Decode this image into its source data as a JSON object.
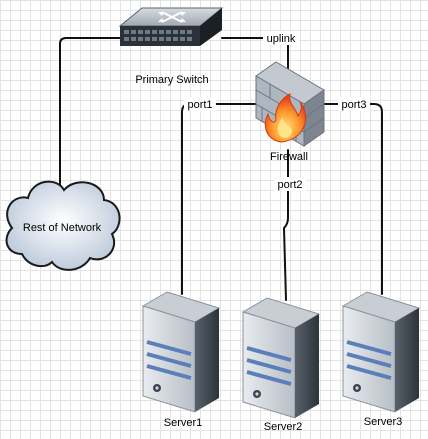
{
  "nodes": {
    "switch": {
      "label": "Primary Switch",
      "icon": "network-switch-icon"
    },
    "firewall": {
      "label": "Firewall",
      "icon": "firewall-icon"
    },
    "cloud": {
      "label": "Rest of Network",
      "icon": "cloud-icon"
    },
    "server1": {
      "label": "Server1",
      "icon": "server-icon"
    },
    "server2": {
      "label": "Server2",
      "icon": "server-icon"
    },
    "server3": {
      "label": "Server3",
      "icon": "server-icon"
    }
  },
  "links": {
    "uplink": "uplink",
    "port1": "port1",
    "port2": "port2",
    "port3": "port3"
  },
  "colors": {
    "connector": "#111111",
    "grid": "#e4e4e4",
    "switch_body": "#2b3138",
    "cloud_fill": "#cdd9e8",
    "server_body": "#3d4650",
    "server_accent": "#5b7fb8",
    "firewall_brick": "#9aa3ad",
    "flame": "#f26a1b"
  }
}
